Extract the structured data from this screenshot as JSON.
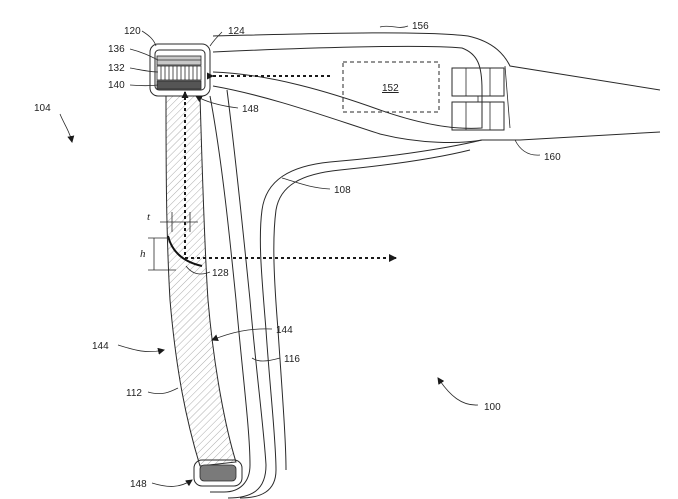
{
  "labels": {
    "ref_100": "100",
    "ref_104": "104",
    "ref_108": "108",
    "ref_112": "112",
    "ref_116": "116",
    "ref_120": "120",
    "ref_124": "124",
    "ref_128": "128",
    "ref_132": "132",
    "ref_136": "136",
    "ref_140": "140",
    "ref_144_left": "144",
    "ref_144_right": "144",
    "ref_148_top": "148",
    "ref_148_bottom": "148",
    "ref_152": "152",
    "ref_156": "156",
    "ref_160": "160",
    "dim_t": "t",
    "dim_h": "h"
  }
}
